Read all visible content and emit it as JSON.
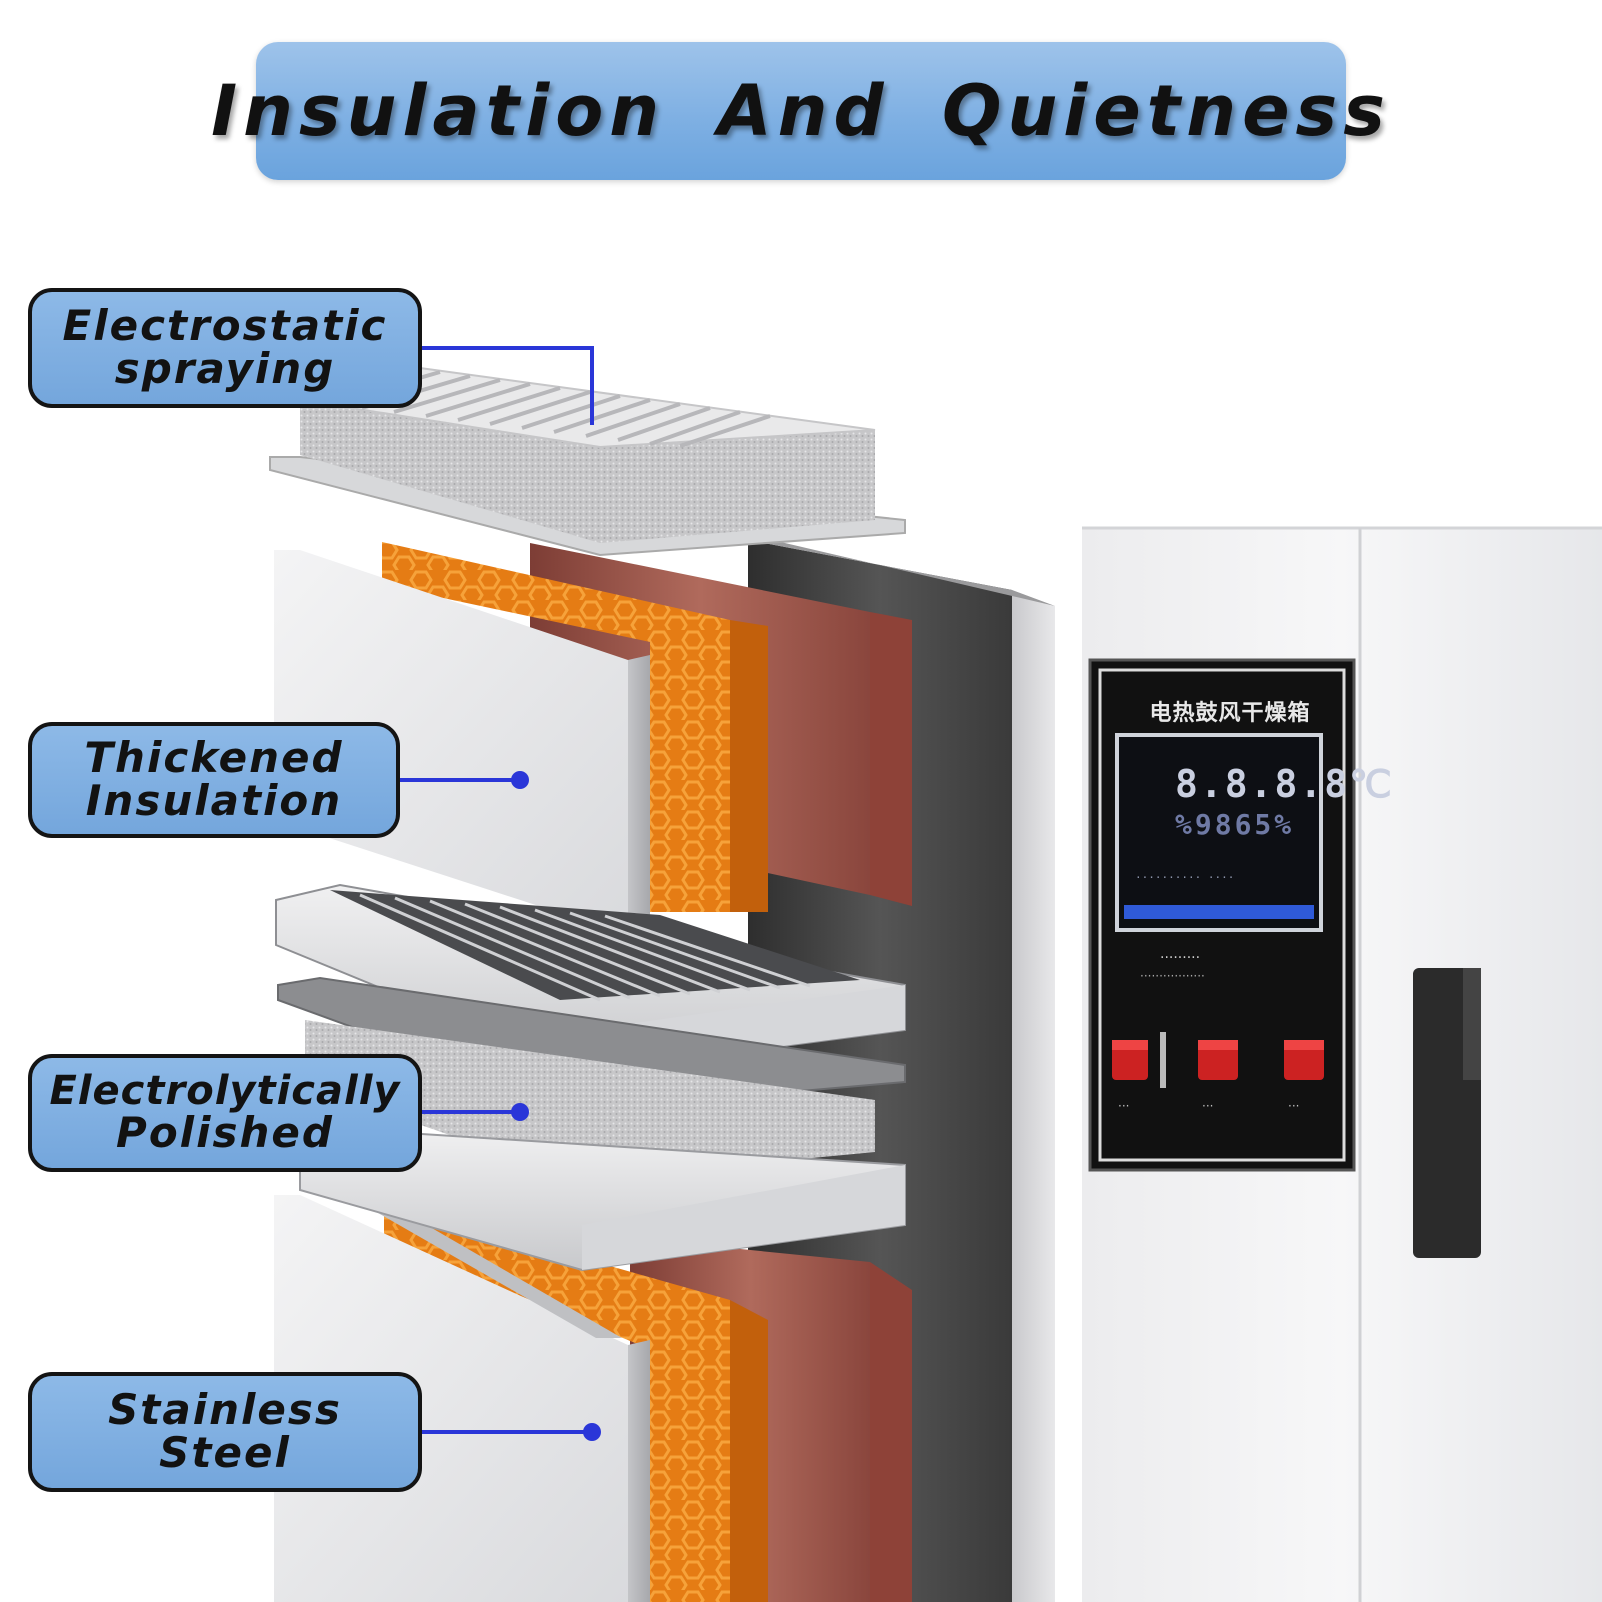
{
  "title": "Insulation And Quietness",
  "labels": {
    "electrostatic_line1": "Electrostatic",
    "electrostatic_line2": "spraying",
    "thickened_line1": "Thickened",
    "thickened_line2": "Insulation",
    "electrolytic_line1": "Electrolytically",
    "electrolytic_line2": "Polished",
    "stainless_line1": "Stainless",
    "stainless_line2": "Steel"
  },
  "control_panel": {
    "chinese_title": "电热鼓风干燥箱",
    "temp_display": "8.8.8.8℃",
    "humidity_display": "%9865%"
  },
  "colors": {
    "banner": "#7fb0e3",
    "label_fill": "#7daee2",
    "leader_line": "#2a36d8",
    "orange_foam": "#e57c14",
    "copper_layer": "#9e5347",
    "dark_inner_wall": "#4a4a4a",
    "cabinet": "#f2f3f5"
  }
}
